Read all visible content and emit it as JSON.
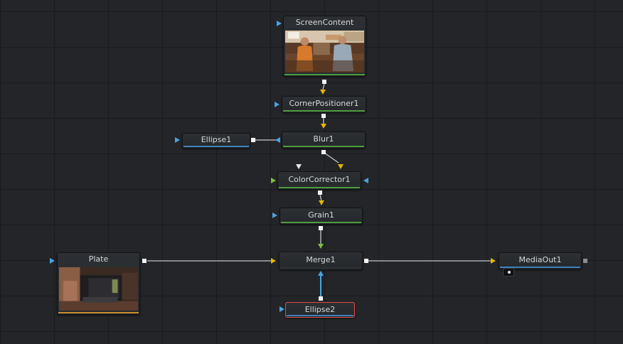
{
  "nodes": {
    "screen_content": "ScreenContent",
    "corner_positioner": "CornerPositioner1",
    "blur": "Blur1",
    "ellipse1": "Ellipse1",
    "color_corrector": "ColorCorrector1",
    "grain": "Grain1",
    "plate": "Plate",
    "merge": "Merge1",
    "media_out": "MediaOut1",
    "ellipse2": "Ellipse2"
  },
  "icons": {
    "input": "triangle-input-icon",
    "output": "square-output-icon",
    "view": "viewer-indicator-icon"
  },
  "colors": {
    "canvas": "#232528",
    "wire": "#c9c9c9",
    "wire_mask": "#4aa3e0",
    "bar_image": "#4e9b3e",
    "bar_mask": "#3f7fb8",
    "bar_loader": "#c98f2c",
    "selected": "#e24b4b",
    "port_background": "#e6b400",
    "port_foreground": "#7fbf3a",
    "port_mask": "#4aa3e0"
  }
}
